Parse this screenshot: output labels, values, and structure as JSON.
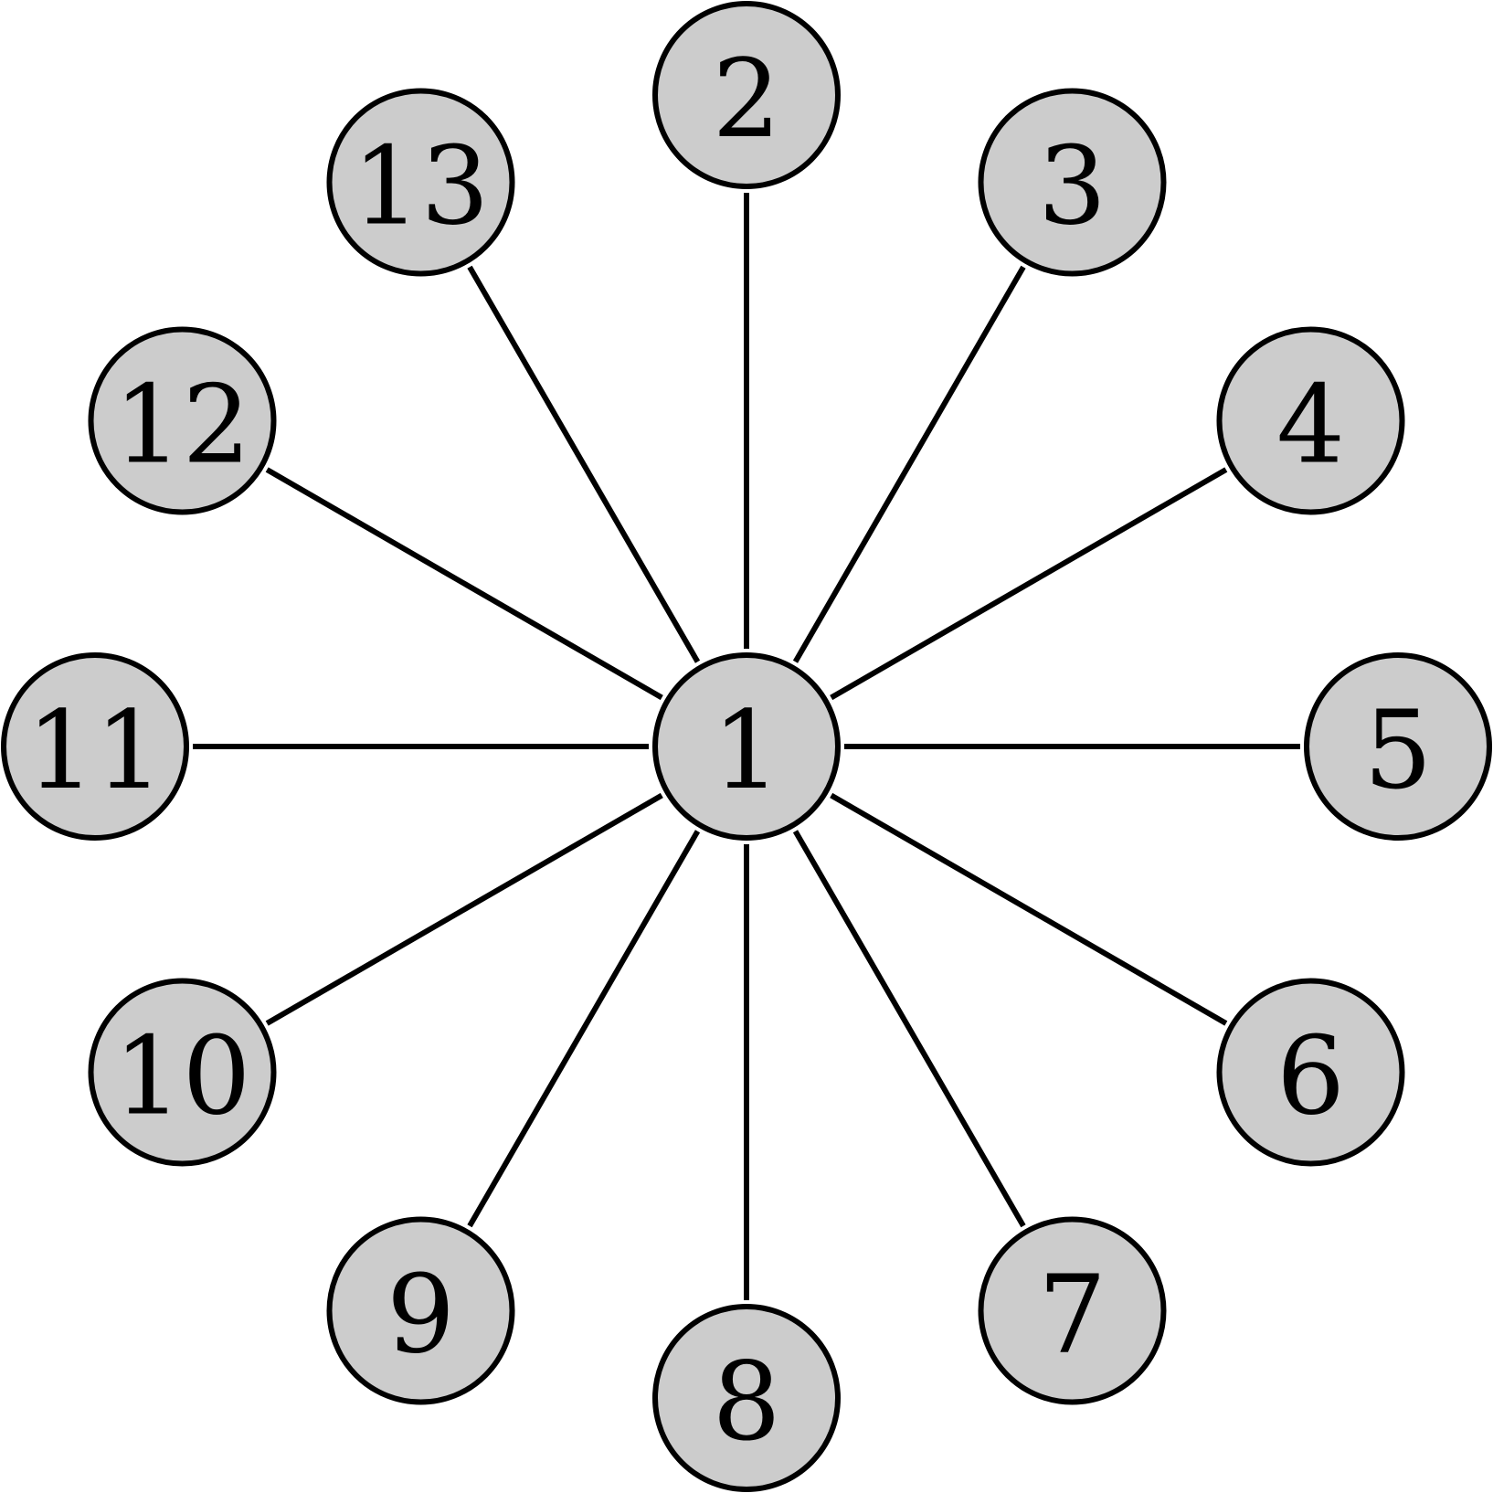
{
  "diagram": {
    "type": "star-graph",
    "center_node": "1",
    "outer_nodes": [
      "2",
      "3",
      "4",
      "5",
      "6",
      "7",
      "8",
      "9",
      "10",
      "11",
      "12",
      "13"
    ],
    "edges": [
      [
        "1",
        "2"
      ],
      [
        "1",
        "3"
      ],
      [
        "1",
        "4"
      ],
      [
        "1",
        "5"
      ],
      [
        "1",
        "6"
      ],
      [
        "1",
        "7"
      ],
      [
        "1",
        "8"
      ],
      [
        "1",
        "9"
      ],
      [
        "1",
        "10"
      ],
      [
        "1",
        "11"
      ],
      [
        "1",
        "12"
      ],
      [
        "1",
        "13"
      ]
    ],
    "colors": {
      "node_fill": "#cccccc",
      "stroke": "#000000",
      "background": "#ffffff"
    }
  }
}
